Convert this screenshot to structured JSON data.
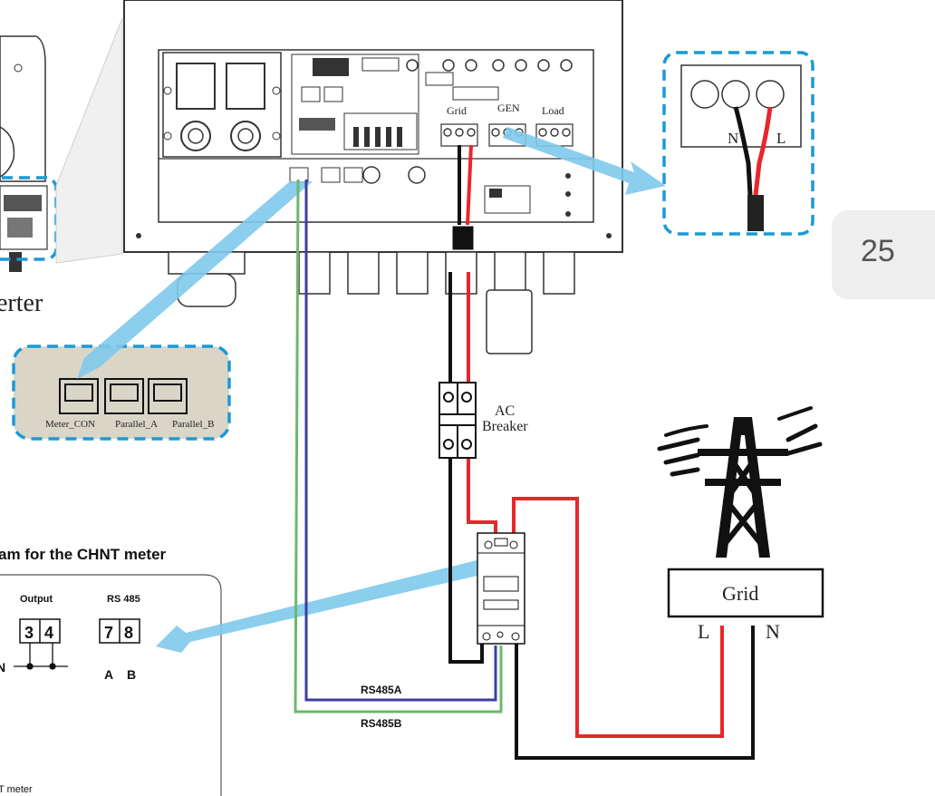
{
  "page_number": "25",
  "inverter_label_fragment": "erter",
  "comm_ports": {
    "port1": "Meter_CON",
    "port2": "Parallel_A",
    "port3": "Parallel_B"
  },
  "terminal_labels": {
    "grid": "Grid",
    "gen": "GEN",
    "load": "Load"
  },
  "cable_detail": {
    "n": "N",
    "l": "L"
  },
  "breaker": {
    "line1": "AC",
    "line2": "Breaker"
  },
  "grid_box": {
    "label": "Grid",
    "l": "L",
    "n": "N"
  },
  "meter_panel": {
    "title_fragment": "am for the CHNT meter",
    "output_label": "Output",
    "rs485_label": "RS 485",
    "t3": "3",
    "t4": "4",
    "t7": "7",
    "t8": "8",
    "a": "A",
    "b": "B",
    "n_frag": "N",
    "footer_fragment": "T meter"
  },
  "wires": {
    "rs485a": "RS485A",
    "rs485b": "RS485B"
  },
  "colors": {
    "dashed_blue": "#1a9ad6",
    "arrow_blue": "#7fc9ec",
    "red_wire": "#e8262b",
    "green_wire": "#6ab96a",
    "blue_wire": "#3b3fa0",
    "ports_bg": "#d9d6c8"
  }
}
